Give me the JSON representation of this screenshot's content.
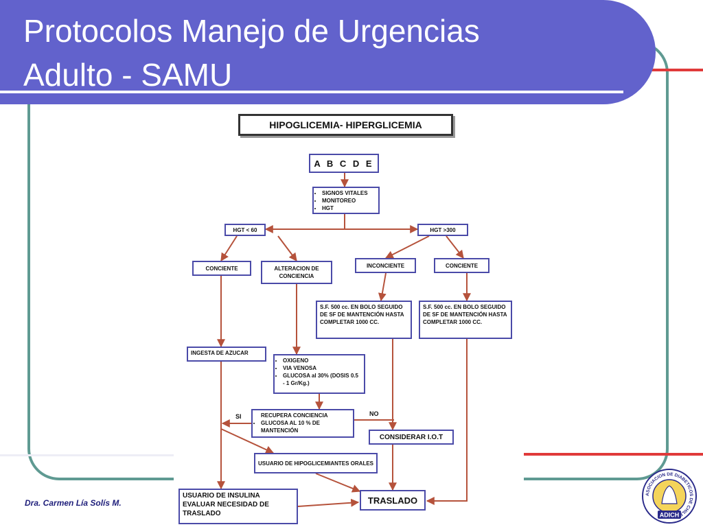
{
  "slide": {
    "title_line1": "Protocolos Manejo de Urgencias",
    "title_line2": "Adulto - SAMU",
    "author": "Dra. Carmen Lía Solís M.",
    "colors": {
      "banner": "#6262cc",
      "frame": "#5f9a92",
      "accent_line": "#e03a3a",
      "arrow": "#b5523b",
      "box_border": "#4a4aa8"
    },
    "logo": {
      "text_ring": "ASOCIACION DE DIABETICOS DE CHILE",
      "acronym": "ADICH"
    }
  },
  "diagram": {
    "header": "HIPOGLICEMIA- HIPERGLICEMIA",
    "abcde": "A B C D E",
    "vitals": [
      "SIGNOS VITALES",
      "MONITOREO",
      "HGT"
    ],
    "hgt_low": "HGT < 60",
    "hgt_high": "HGT >300",
    "low_conciente": "CONCIENTE",
    "alteracion": "ALTERACION DE CONCIENCIA",
    "inconciente": "INCONCIENTE",
    "high_conciente": "CONCIENTE",
    "sf_bolo_a": "S.F. 500 cc. EN BOLO SEGUIDO DE SF DE MANTENCIÓN HASTA COMPLETAR 1000 CC.",
    "sf_bolo_b": "S.F. 500 cc. EN BOLO SEGUIDO DE SF DE MANTENCIÓN HASTA COMPLETAR 1000 CC.",
    "ingesta": "INGESTA DE AZUCAR",
    "oxigeno": [
      "OXIGENO",
      "VIA VENOSA",
      "GLUCOSA al 30% (DOSIS 0.5 - 1 Gr/Kg.)"
    ],
    "recupera": [
      "RECUPERA CONCIENCIA",
      "GLUCOSA AL 10 % DE MANTENCIÓN"
    ],
    "label_si": "SI",
    "label_no": "NO",
    "iot": "CONSIDERAR I.O.T",
    "hipoglicemiantes": "USUARIO DE HIPOGLICEMIANTES ORALES",
    "insulina": "USUARIO DE INSULINA EVALUAR NECESIDAD DE TRASLADO",
    "traslado": "TRASLADO"
  }
}
